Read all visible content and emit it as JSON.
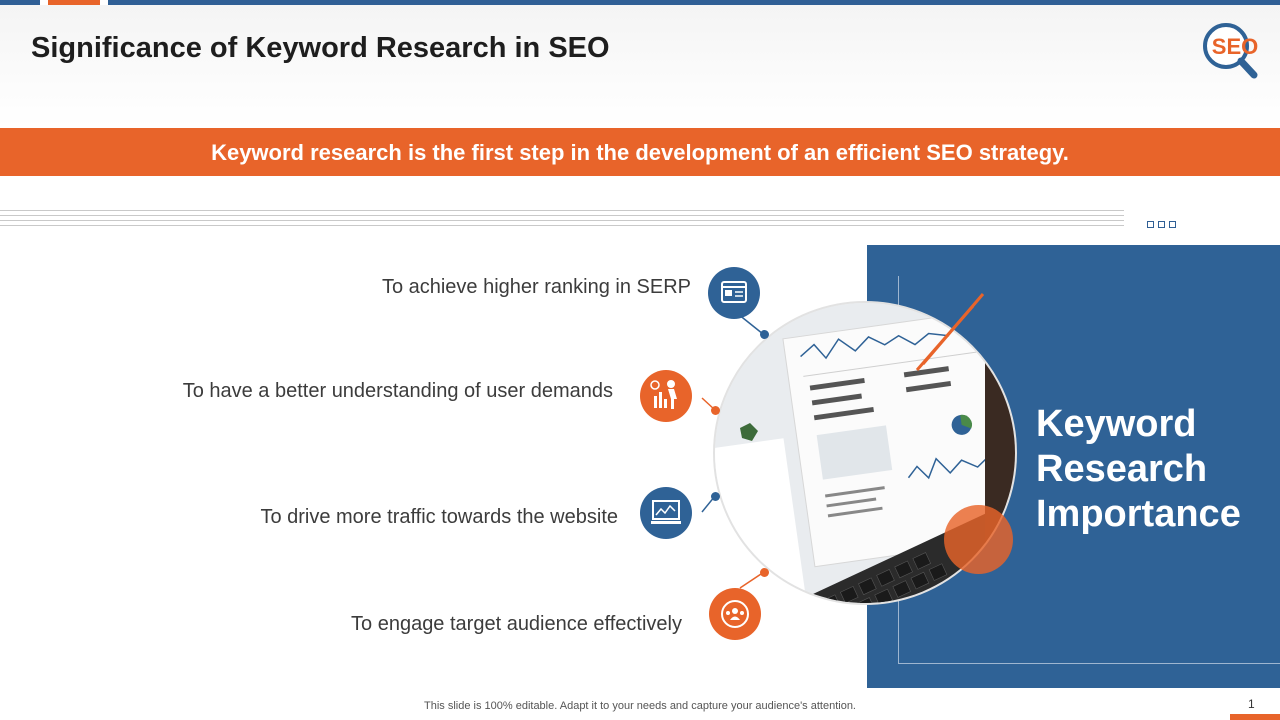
{
  "header": {
    "title": "Significance of Keyword Research in SEO",
    "logo_text": "SEO"
  },
  "banner": {
    "text": "Keyword research is the first step in the development of an efficient SEO strategy."
  },
  "panel": {
    "title_lines": [
      "Keyword",
      "Research",
      "Importance"
    ]
  },
  "items": [
    {
      "label": "To achieve higher ranking in SERP",
      "icon": "web-ranking-icon"
    },
    {
      "label": "To have a better understanding  of user demands",
      "icon": "user-demand-icon"
    },
    {
      "label": "To drive more traffic towards the website",
      "icon": "traffic-monitor-icon"
    },
    {
      "label": "To engage target audience effectively",
      "icon": "audience-target-icon"
    }
  ],
  "footer": {
    "text": "This slide is 100% editable. Adapt it to your needs and capture your audience's attention.",
    "page": "1"
  },
  "colors": {
    "accent": "#e8642a",
    "primary": "#2f6296"
  }
}
